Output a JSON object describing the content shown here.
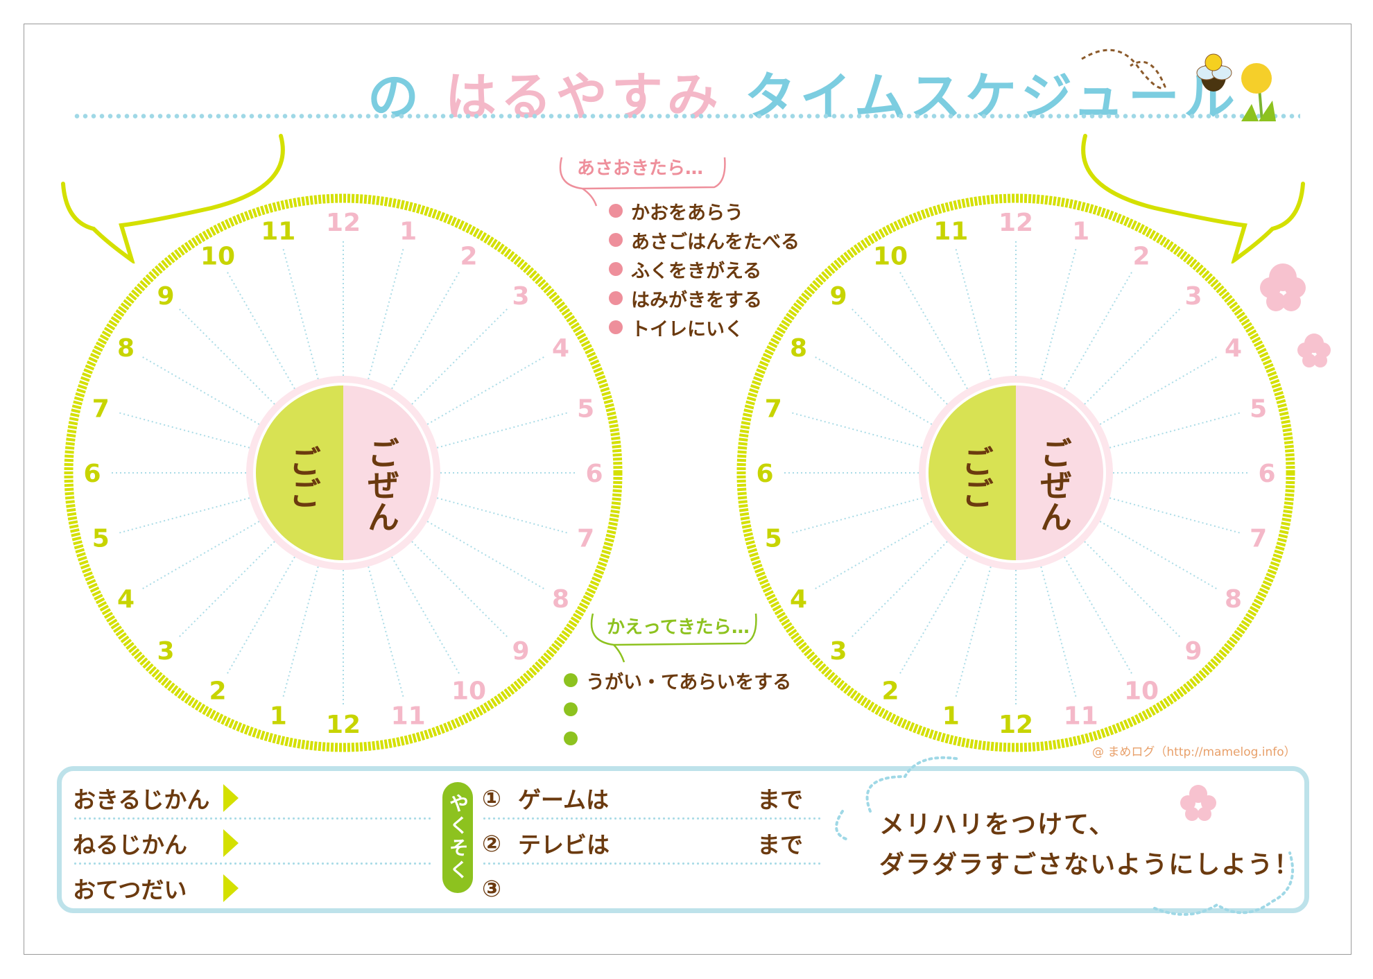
{
  "title": {
    "prefix": "の",
    "pink": "はるやすみ",
    "blue": "タイムスケジュール"
  },
  "clock": {
    "am_label": "ごぜん",
    "pm_label": "ごご",
    "hours_am": [
      "12",
      "1",
      "2",
      "3",
      "4",
      "5",
      "6",
      "7",
      "8",
      "9",
      "10",
      "11"
    ],
    "hours_pm": [
      "12",
      "1",
      "2",
      "3",
      "4",
      "5",
      "6",
      "7",
      "8",
      "9",
      "10",
      "11"
    ]
  },
  "morning": {
    "heading": "あさおきたら…",
    "items": [
      "かおをあらう",
      "あさごはんをたべる",
      "ふくをきがえる",
      "はみがきをする",
      "トイレにいく"
    ]
  },
  "afternoon": {
    "heading": "かえってきたら…",
    "items": [
      "うがい・てあらいをする",
      "",
      ""
    ]
  },
  "credit": "@ まめログ（http://mamelog.info）",
  "bottom": {
    "rows": [
      "おきるじかん",
      "ねるじかん",
      "おてつだい"
    ],
    "promise_label": "やくそく",
    "promises": [
      {
        "num": "①",
        "text": "ゲームは",
        "until": "まで"
      },
      {
        "num": "②",
        "text": "テレビは",
        "until": "まで"
      },
      {
        "num": "③",
        "text": "",
        "until": ""
      }
    ],
    "message": [
      "メリハリをつけて、",
      "ダラダラすごさないようにしよう！"
    ]
  },
  "colors": {
    "ring": "#d4e000",
    "pink": "#f4b8c8",
    "blue": "#7ccde0",
    "brown": "#6b3a0f",
    "green": "#8dc21f"
  }
}
